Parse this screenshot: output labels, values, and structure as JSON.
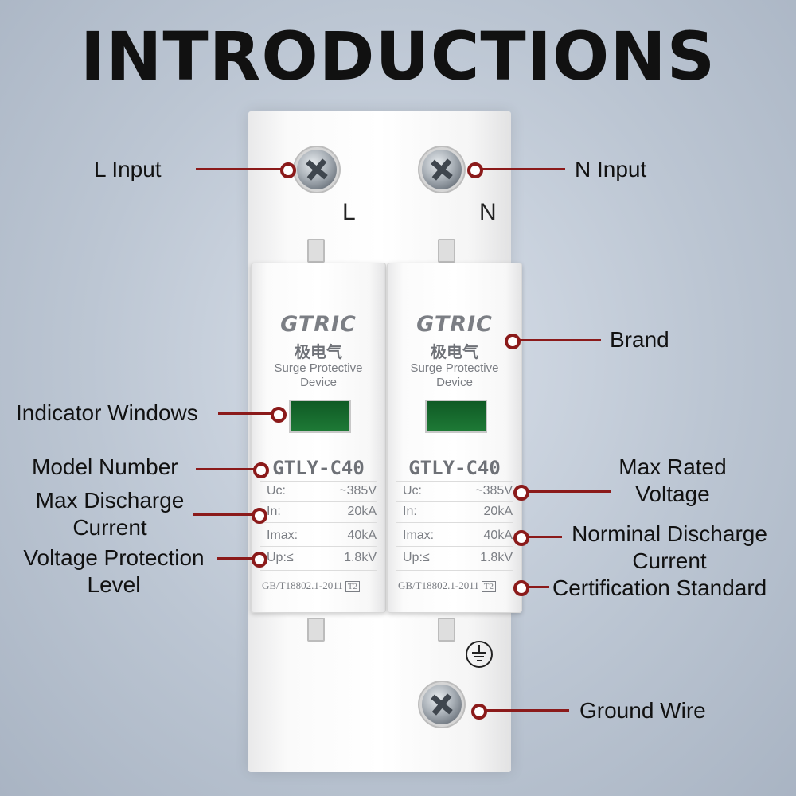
{
  "title": "INTRODUCTIONS",
  "device": {
    "terminal_l": "L",
    "terminal_n": "N",
    "brand": "GTRIC",
    "brand_cn": "极电气",
    "description_line1": "Surge Protective",
    "description_line2": "Device",
    "model": "GTLY-C40",
    "specs": [
      {
        "key": "Uc:",
        "value": "~385V"
      },
      {
        "key": "In:",
        "value": "20kA"
      },
      {
        "key": "Imax:",
        "value": "40kA"
      },
      {
        "key": "Up:≤",
        "value": "1.8kV"
      }
    ],
    "standard": "GB/T18802.1-2011",
    "standard_class": "T2",
    "indicator_color": "#1a6e30"
  },
  "callouts": {
    "l_input": "L Input",
    "n_input": "N Input",
    "brand": "Brand",
    "indicator_windows": "Indicator Windows",
    "model_number": "Model Number",
    "max_discharge_current_1": "Max Discharge",
    "max_discharge_current_2": "Current",
    "voltage_protection_1": "Voltage Protection",
    "voltage_protection_2": "Level",
    "max_rated_voltage_1": "Max Rated",
    "max_rated_voltage_2": "Voltage",
    "nominal_discharge_1": "Norminal Discharge",
    "nominal_discharge_2": "Current",
    "certification": "Certification Standard",
    "ground_wire": "Ground Wire"
  },
  "colors": {
    "callout_line": "#8b1a1a",
    "background": "#bcc6d3"
  }
}
